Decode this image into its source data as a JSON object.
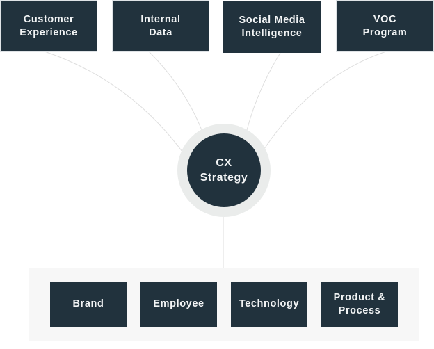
{
  "diagram": {
    "title": "CX Strategy",
    "colors": {
      "box_fill": "#21323d",
      "text": "#f2f4f5",
      "connector": "#dedede",
      "ring": "#eaeceb",
      "panel": "#f7f7f7"
    },
    "top_sources": [
      {
        "label": "Customer\nExperience"
      },
      {
        "label": "Internal\nData"
      },
      {
        "label": "Social Media\nIntelligence"
      },
      {
        "label": "VOC\nProgram"
      }
    ],
    "center": {
      "label": "CX\nStrategy"
    },
    "pillars": [
      {
        "label": "Brand"
      },
      {
        "label": "Employee"
      },
      {
        "label": "Technology"
      },
      {
        "label": "Product &\nProcess"
      }
    ]
  }
}
